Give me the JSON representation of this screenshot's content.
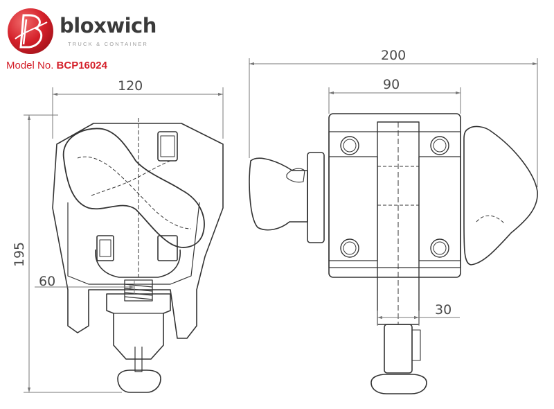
{
  "brand": {
    "name": "bloxwich",
    "tagline": "TRUCK & CONTAINER",
    "logo_color": "#d4202a",
    "icon": "bloxwich-logo-icon"
  },
  "model": {
    "label": "Model No.",
    "number": "BCP16024"
  },
  "dimensions": {
    "front_width": "120",
    "front_height": "195",
    "front_pin_offset": "60",
    "side_total_width": "200",
    "side_body_width": "90",
    "side_stem_width": "30"
  },
  "colors": {
    "line": "#333333",
    "dim_line": "#777777",
    "text": "#4a4a4a"
  }
}
